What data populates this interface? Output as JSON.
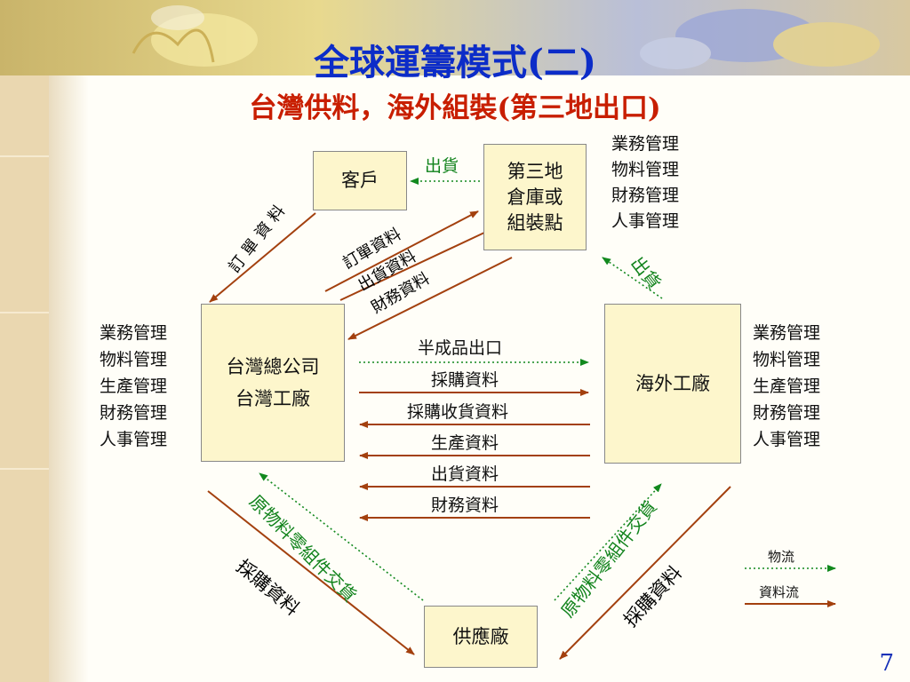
{
  "slide": {
    "title": "全球運籌模式(二)",
    "subtitle": "台灣供料，海外組裝(第三地出口)",
    "page_number": "7"
  },
  "boxes": {
    "customer": "客戶",
    "warehouse": [
      "第三地",
      "倉庫或",
      "組裝點"
    ],
    "hq": [
      "台灣總公司",
      "台灣工廠"
    ],
    "overseas": "海外工廠",
    "supplier": "供應廠"
  },
  "functions": {
    "warehouse": "業務管理\n物料管理\n財務管理\n人事管理",
    "hq": "業務管理\n物料管理\n生產管理\n財務管理\n人事管理",
    "overseas": "業務管理\n物料管理\n生產管理\n財務管理\n人事管理"
  },
  "flows": {
    "ship_to_customer": "出貨",
    "ship_from_overseas": "出貨",
    "customer_order": "訂單資料",
    "warehouse_data": [
      "訂單資料",
      "出貨資料",
      "財務資料"
    ],
    "hq_overseas": [
      "半成品出口",
      "採購資料",
      "採購收貨資料",
      "生產資料",
      "出貨資料",
      "財務資料"
    ],
    "left_material": "原物料零組件交貨",
    "left_purchase": "採購資料",
    "right_material": "原物料零組件交貨",
    "right_purchase": "採購資料"
  },
  "legend": {
    "material_flow": "物流",
    "data_flow": "資料流"
  },
  "colors": {
    "title": "#0c2cc8",
    "subtitle": "#c81e00",
    "data_flow": "#a3400e",
    "material_flow": "#12891e",
    "box_fill": "#fdf6cc"
  }
}
